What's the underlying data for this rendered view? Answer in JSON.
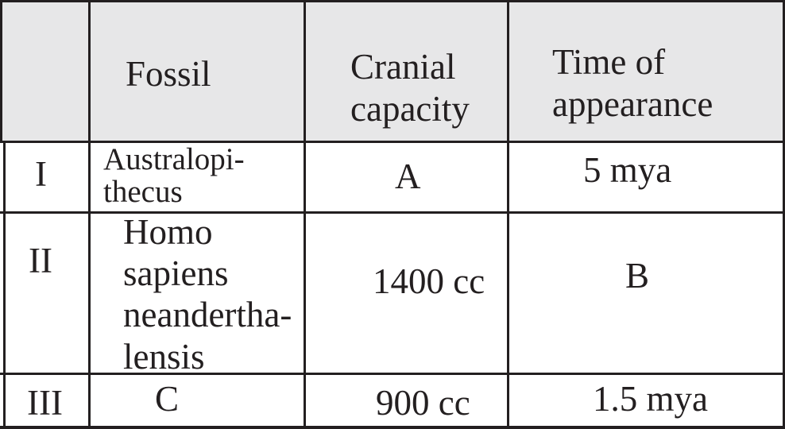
{
  "table": {
    "headers": {
      "fossil": "Fossil",
      "cranial_capacity": "Cranial\ncapacity",
      "time_of_appearance": "Time of\nappearance"
    },
    "rows": [
      {
        "label": "I",
        "fossil": "Australopi-\nthecus",
        "cranial_capacity": "A",
        "time_of_appearance": "5 mya"
      },
      {
        "label": "II",
        "fossil": "Homo\nsapiens\nneandertha-\nlensis",
        "cranial_capacity": "1400 cc",
        "time_of_appearance": "B"
      },
      {
        "label": "III",
        "fossil": "C",
        "cranial_capacity": "900 cc",
        "time_of_appearance": "1.5 mya"
      }
    ]
  }
}
